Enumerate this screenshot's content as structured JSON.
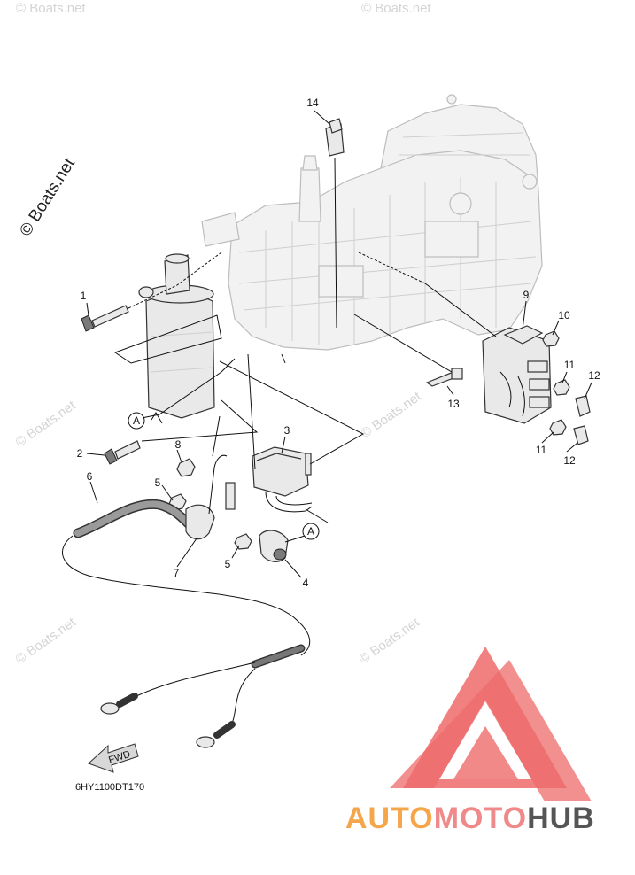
{
  "diagram": {
    "callouts": [
      {
        "id": "c1",
        "label": "1"
      },
      {
        "id": "c2",
        "label": "2"
      },
      {
        "id": "c3",
        "label": "3"
      },
      {
        "id": "c4",
        "label": "4"
      },
      {
        "id": "c5a",
        "label": "5"
      },
      {
        "id": "c5b",
        "label": "5"
      },
      {
        "id": "c6",
        "label": "6"
      },
      {
        "id": "c7",
        "label": "7"
      },
      {
        "id": "c8",
        "label": "8"
      },
      {
        "id": "c9",
        "label": "9"
      },
      {
        "id": "c10",
        "label": "10"
      },
      {
        "id": "c11a",
        "label": "11"
      },
      {
        "id": "c11b",
        "label": "11"
      },
      {
        "id": "c12a",
        "label": "12"
      },
      {
        "id": "c12b",
        "label": "12"
      },
      {
        "id": "c13",
        "label": "13"
      },
      {
        "id": "c14",
        "label": "14"
      }
    ],
    "ref_markers": [
      {
        "id": "ra1",
        "label": "A"
      },
      {
        "id": "ra2",
        "label": "A"
      }
    ],
    "fwd_label": "FWD",
    "diagram_code": "6HY1100DT170"
  },
  "watermarks": {
    "main": "© Boats.net",
    "repeat": "© Boats.net"
  },
  "logo": {
    "part1": "AUTO",
    "part2": "MOTO",
    "part3": "HUB",
    "colors": {
      "part1": "#f5a64a",
      "part2": "#f08a8a",
      "part3": "#555555",
      "mark": "#ee6b6b"
    }
  }
}
